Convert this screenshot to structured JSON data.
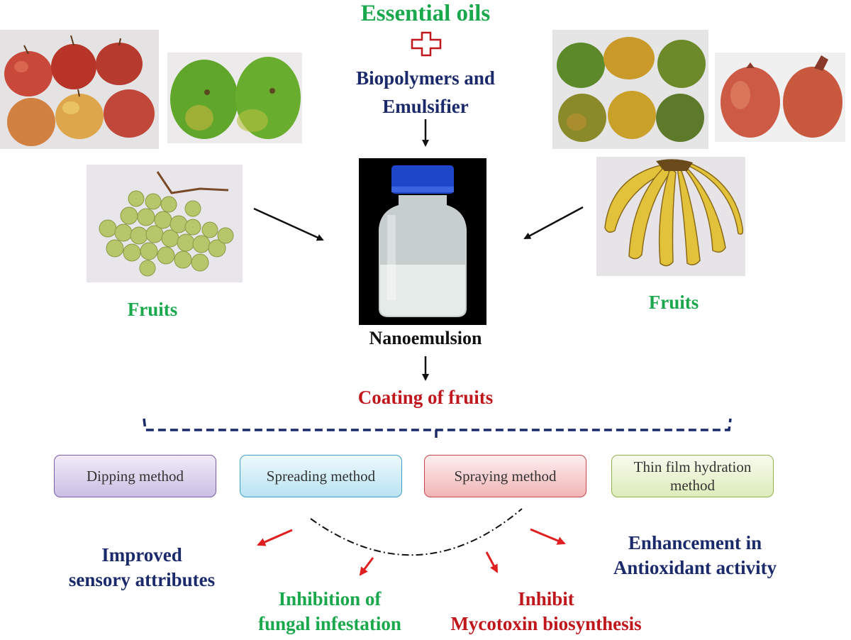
{
  "colors": {
    "green": "#1aa84c",
    "navy": "#1a2a6b",
    "red": "#c0171d",
    "black": "#111111",
    "arrow_red": "#e02020"
  },
  "title": {
    "essential_oils": "Essential oils",
    "biopolymers_line1": "Biopolymers and",
    "biopolymers_line2": "Emulsifier",
    "nanoemulsion": "Nanoemulsion",
    "coating": "Coating of fruits"
  },
  "fruits": {
    "left_label": "Fruits",
    "right_label": "Fruits",
    "images": [
      "apples",
      "oranges",
      "grapes",
      "mangoes",
      "pomegranates",
      "bananas"
    ]
  },
  "methods": [
    {
      "label": "Dipping method"
    },
    {
      "label": "Spreading method"
    },
    {
      "label": "Spraying method"
    },
    {
      "label_line1": "Thin film hydration",
      "label_line2": "method"
    }
  ],
  "outcomes": {
    "sensory_line1": "Improved",
    "sensory_line2": "sensory attributes",
    "fungal_line1": "Inhibition of",
    "fungal_line2": "fungal infestation",
    "mycotoxin_line1": "Inhibit",
    "mycotoxin_line2": "Mycotoxin biosynthesis",
    "antioxidant_line1": "Enhancement in",
    "antioxidant_line2": "Antioxidant activity"
  },
  "icons": [
    "plus-icon",
    "arrow-down-icon",
    "arrow-icon",
    "bottle-image"
  ]
}
